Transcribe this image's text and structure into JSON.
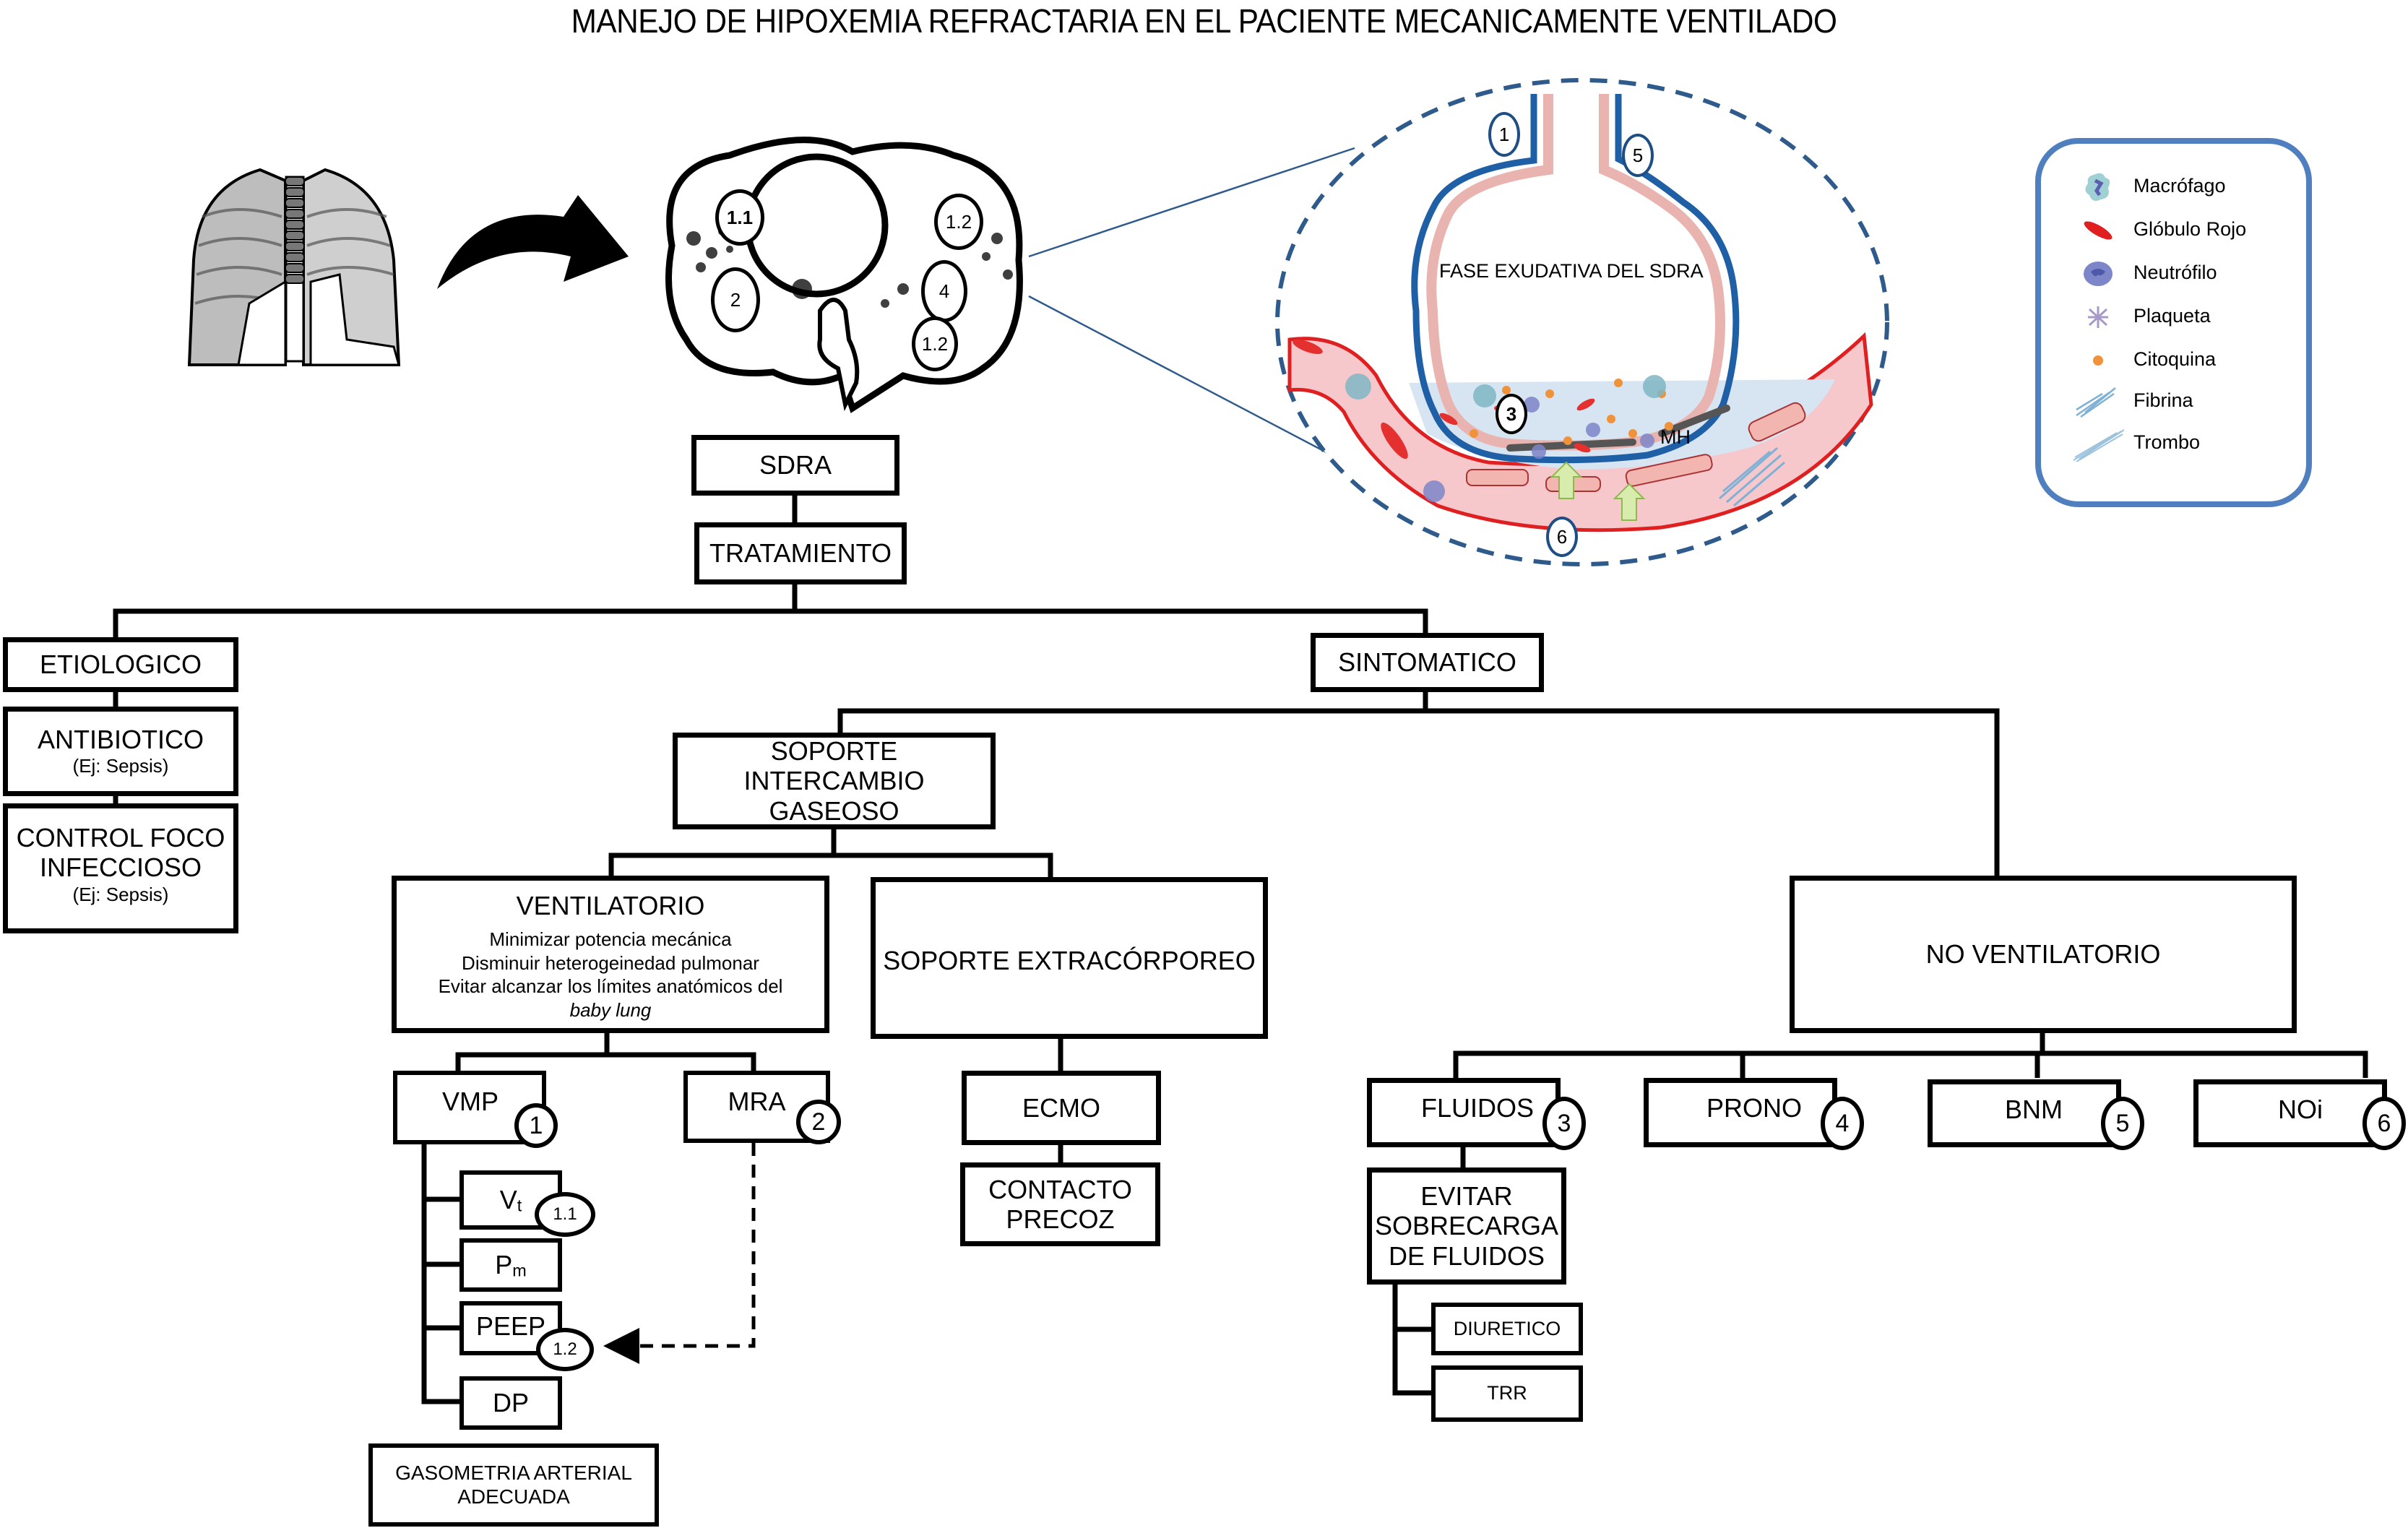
{
  "title": "MANEJO DE HIPOXEMIA REFRACTARIA EN EL PACIENTE MECANICAMENTE VENTILADO",
  "illustration": {
    "ct_labels": [
      "1.1",
      "1.2",
      "2",
      "4",
      "1.2"
    ],
    "alveolus": {
      "caption": "FASE EXUDATIVA DEL SDRA",
      "membrane_label": "MH",
      "markers": [
        "1",
        "5",
        "3",
        "6"
      ]
    },
    "colors": {
      "dashed_outline": "#2e5a8c",
      "vessel_wall": "#e02020",
      "vessel_fill": "#f6c8cc",
      "alveolar_wall": "#e9b3b0",
      "alveolar_outer": "#1f5fa6",
      "exudate": "#d7e4f2",
      "arrow_fill": "#d8ecae"
    }
  },
  "legend": {
    "items": [
      {
        "icon": "macrophage-icon",
        "label": "Macrófago"
      },
      {
        "icon": "red-blood-cell-icon",
        "label": "Glóbulo Rojo"
      },
      {
        "icon": "neutrophil-icon",
        "label": "Neutrófilo"
      },
      {
        "icon": "platelet-icon",
        "label": "Plaqueta"
      },
      {
        "icon": "cytokine-icon",
        "label": "Citoquina"
      },
      {
        "icon": "fibrin-icon",
        "label": "Fibrina"
      },
      {
        "icon": "thrombus-icon",
        "label": "Trombo"
      }
    ],
    "border_color": "#4f7fbf"
  },
  "flow": {
    "sdra": "SDRA",
    "tratamiento": "TRATAMIENTO",
    "etiologico": "ETIOLOGICO",
    "antibiotico": {
      "label": "ANTIBIOTICO",
      "sub": "(Ej: Sepsis)"
    },
    "control_foco": {
      "label1": "CONTROL FOCO",
      "label2": "INFECCIOSO",
      "sub": "(Ej: Sepsis)"
    },
    "sintomatico": "SINTOMATICO",
    "soporte_intercambio": {
      "label1": "SOPORTE INTERCAMBIO",
      "label2": "GASEOSO"
    },
    "ventilatorio": {
      "label": "VENTILATORIO",
      "lines": [
        "Minimizar potencia mecánica",
        "Disminuir heterogeinedad pulmonar",
        "Evitar alcanzar los límites anatómicos del"
      ],
      "italic": "baby lung"
    },
    "vmp": {
      "label": "VMP",
      "badge": "1"
    },
    "mra": {
      "label": "MRA",
      "badge": "2"
    },
    "vt": {
      "main": "V",
      "sub": "t",
      "badge": "1.1"
    },
    "pm": {
      "main": "P",
      "sub": "m"
    },
    "peep": {
      "label": "PEEP",
      "badge": "1.2"
    },
    "dp": "DP",
    "gasometria": {
      "label1": "GASOMETRIA ARTERIAL",
      "label2": "ADECUADA"
    },
    "extracorporeo": "SOPORTE EXTRACÓRPOREO",
    "ecmo": "ECMO",
    "contacto": {
      "label1": "CONTACTO",
      "label2": "PRECOZ"
    },
    "no_ventilatorio": "NO VENTILATORIO",
    "fluidos": {
      "label": "FLUIDOS",
      "badge": "3"
    },
    "prono": {
      "label": "PRONO",
      "badge": "4"
    },
    "bnm": {
      "label": "BNM",
      "badge": "5"
    },
    "noi": {
      "label": "NOi",
      "badge": "6"
    },
    "evitar": {
      "label1": "EVITAR",
      "label2": "SOBRECARGA",
      "label3": "DE FLUIDOS"
    },
    "diuretico": "DIURETICO",
    "trr": "TRR"
  }
}
